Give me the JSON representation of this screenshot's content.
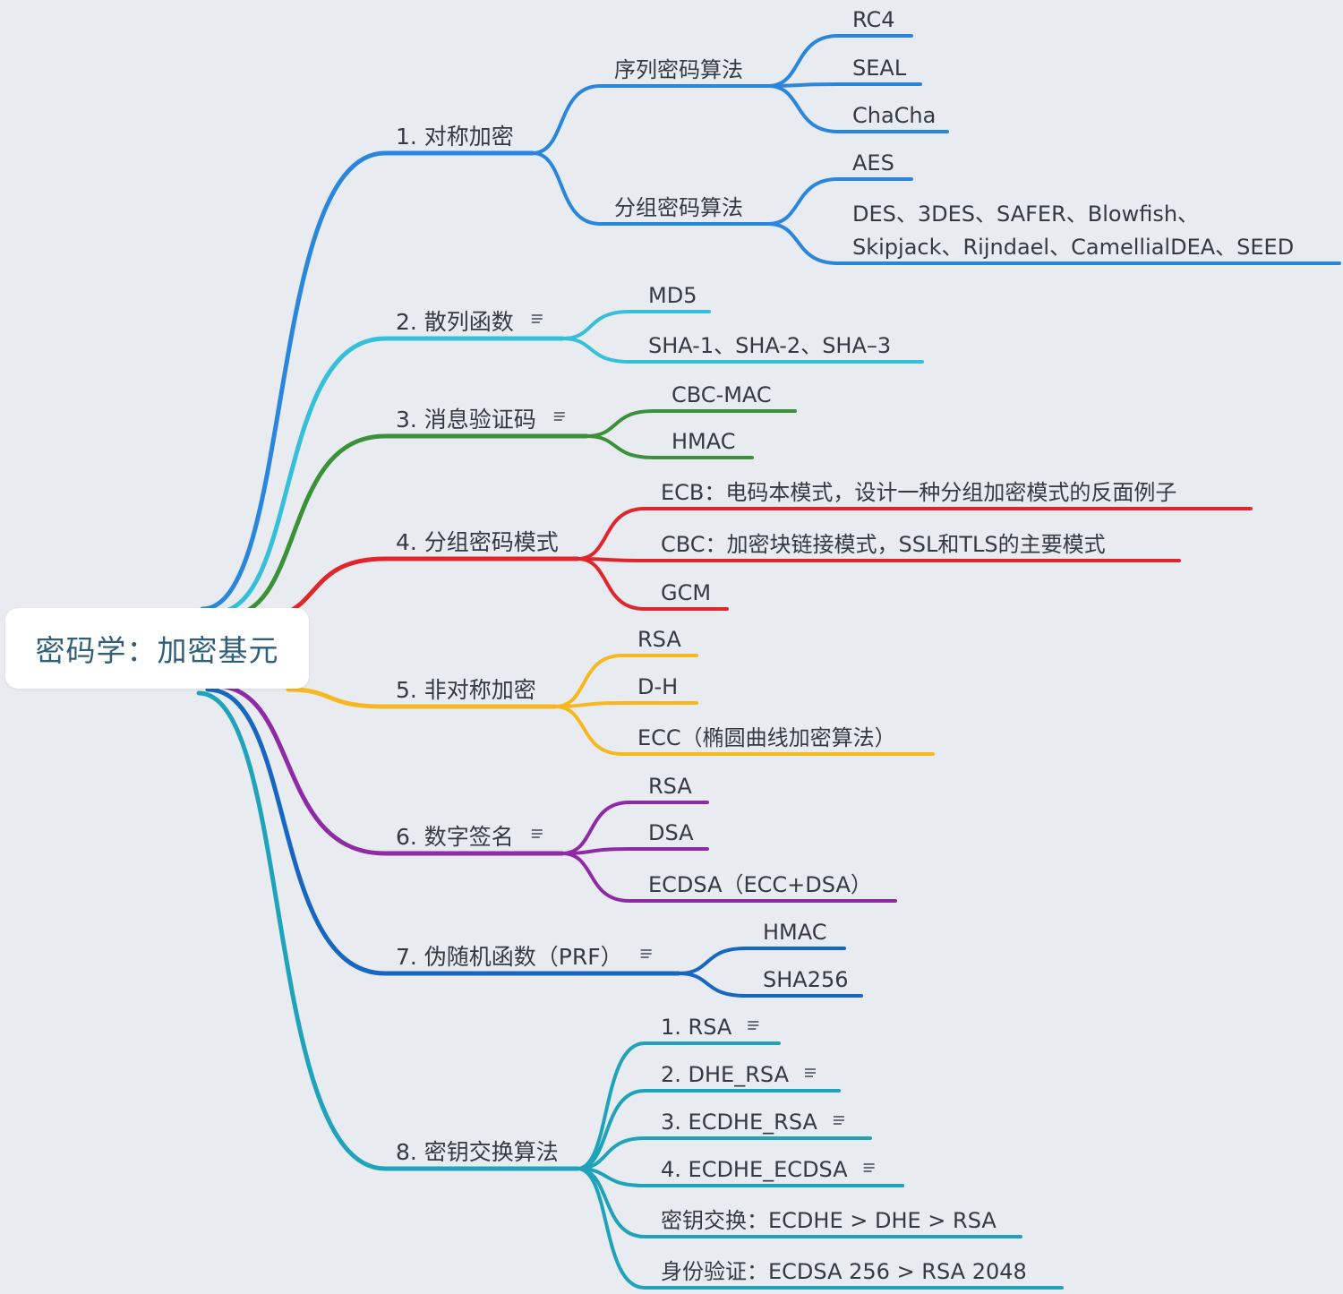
{
  "root": {
    "label": "密码学：加密基元"
  },
  "branches": [
    {
      "id": "b1",
      "label": "1. 对称加密",
      "color": "#2a86dc",
      "note": false,
      "children": [
        {
          "label": "序列密码算法",
          "children": [
            {
              "label": "RC4"
            },
            {
              "label": "SEAL"
            },
            {
              "label": "ChaCha"
            }
          ]
        },
        {
          "label": "分组密码算法",
          "children": [
            {
              "label": "AES"
            },
            {
              "label": "DES、3DES、SAFER、Blowfish、",
              "label2": "Skipjack、Rijndael、CamellialDEA、SEED"
            }
          ]
        }
      ]
    },
    {
      "id": "b2",
      "label": "2. 散列函数",
      "color": "#35bfd8",
      "note": true,
      "children": [
        {
          "label": "MD5"
        },
        {
          "label": "SHA-1、SHA-2、SHA–3"
        }
      ]
    },
    {
      "id": "b3",
      "label": "3. 消息验证码",
      "color": "#3a9138",
      "note": true,
      "children": [
        {
          "label": "CBC-MAC"
        },
        {
          "label": "HMAC"
        }
      ]
    },
    {
      "id": "b4",
      "label": "4. 分组密码模式",
      "color": "#e0262c",
      "note": false,
      "children": [
        {
          "label": "ECB：电码本模式，设计一种分组加密模式的反面例子"
        },
        {
          "label": "CBC：加密块链接模式，SSL和TLS的主要模式"
        },
        {
          "label": "GCM"
        }
      ]
    },
    {
      "id": "b5",
      "label": "5. 非对称加密",
      "color": "#f7b81f",
      "note": false,
      "children": [
        {
          "label": "RSA"
        },
        {
          "label": "D-H"
        },
        {
          "label": "ECC（椭圆曲线加密算法）"
        }
      ]
    },
    {
      "id": "b6",
      "label": "6. 数字签名",
      "color": "#8e2aa6",
      "note": true,
      "children": [
        {
          "label": "RSA"
        },
        {
          "label": "DSA"
        },
        {
          "label": "ECDSA（ECC+DSA）"
        }
      ]
    },
    {
      "id": "b7",
      "label": "7. 伪随机函数（PRF）",
      "color": "#1766c2",
      "note": true,
      "children": [
        {
          "label": "HMAC"
        },
        {
          "label": "SHA256"
        }
      ]
    },
    {
      "id": "b8",
      "label": "8. 密钥交换算法",
      "color": "#1fa3bb",
      "note": false,
      "children": [
        {
          "label": "1. RSA",
          "note": true
        },
        {
          "label": "2. DHE_RSA",
          "note": true
        },
        {
          "label": "3. ECDHE_RSA",
          "note": true
        },
        {
          "label": "4. ECDHE_ECDSA",
          "note": true
        },
        {
          "label": "密钥交换：ECDHE > DHE > RSA"
        },
        {
          "label": "身份验证：ECDSA 256 > RSA 2048"
        }
      ]
    }
  ]
}
